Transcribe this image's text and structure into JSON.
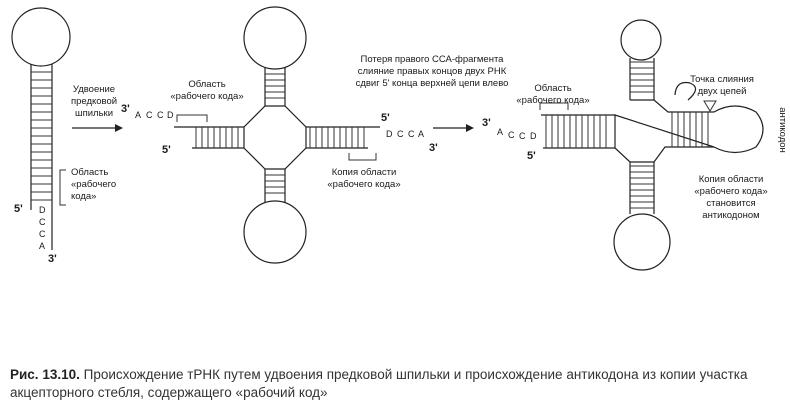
{
  "labels": {
    "doubling": [
      "Удвоение",
      "предковой",
      "шпильки"
    ],
    "work_region_1": [
      "Область",
      "«рабочего",
      "кода»"
    ],
    "work_region_2": [
      "Область",
      "«рабочего кода»"
    ],
    "work_region_3": [
      "Область",
      "«рабочего кода»"
    ],
    "copy_region": [
      "Копия области",
      "«рабочего кода»"
    ],
    "loss_note": [
      "Потеря правого ССА-фрагмента",
      "слияние правых концов двух РНК",
      "сдвиг 5' конца верхней цепи влево"
    ],
    "fusion_point": [
      "Точка слияния",
      "двух цепей"
    ],
    "anticodon_note": [
      "Копия области",
      "«рабочего кода»",
      "становится",
      "антикодоном"
    ],
    "anticodon": "антикодон"
  },
  "ends": {
    "three": "3'",
    "five": "5'"
  },
  "sequences": {
    "hairpin_tail": [
      "D",
      "C",
      "C",
      "A"
    ],
    "left_tail": [
      "A",
      "C",
      "C",
      "D"
    ],
    "right_tail": [
      "D",
      "C",
      "C",
      "A"
    ]
  },
  "caption": {
    "figure": "Рис. 13.10.",
    "text": " Происхождение тРНК путем удвоения предковой шпильки и происхождение антикодона из копии участка акцепторного стебля, содержащего «рабочий код»"
  }
}
